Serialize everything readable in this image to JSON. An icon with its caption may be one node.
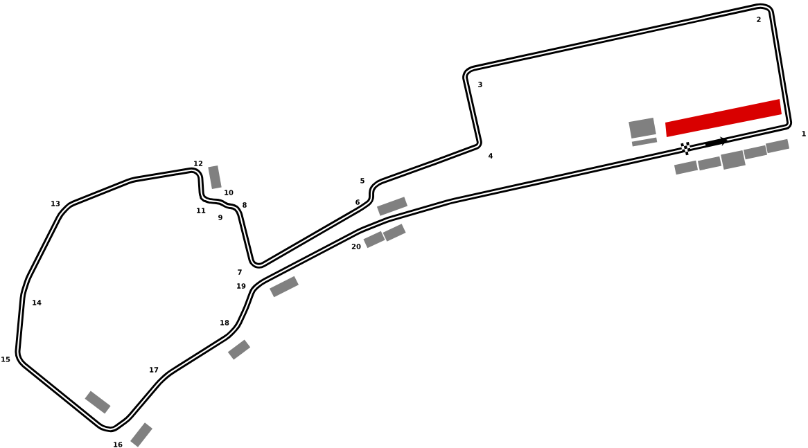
{
  "diagram": {
    "labels": [
      "1",
      "2",
      "3",
      "4",
      "5",
      "6",
      "7",
      "8",
      "9",
      "10",
      "11",
      "12",
      "13",
      "14",
      "15",
      "16",
      "17",
      "18",
      "19",
      "20"
    ]
  }
}
